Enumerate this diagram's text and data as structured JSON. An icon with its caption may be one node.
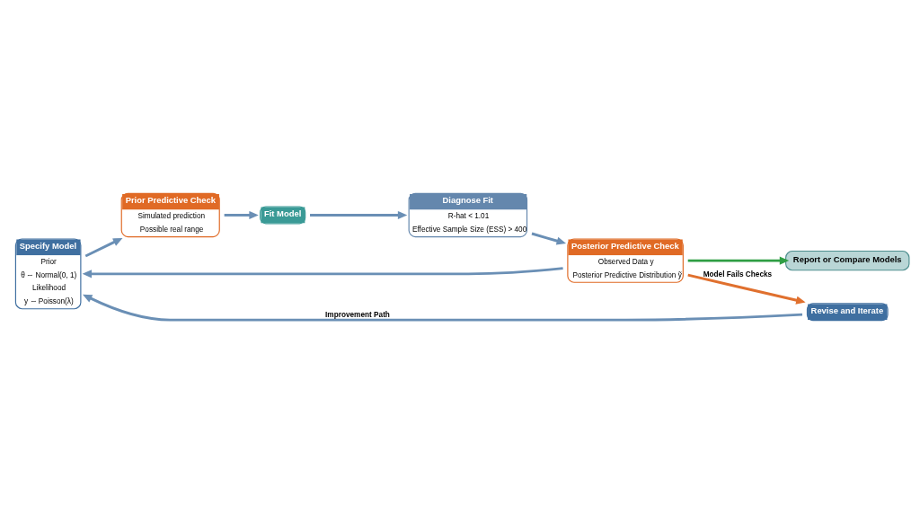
{
  "diagram": {
    "nodes": [
      {
        "text": [
          "Specify Model",
          "Prior",
          "θ ∼ Normal(0, 1)",
          "Likelihood",
          "y ∼ Poisson(λ)"
        ]
      },
      {
        "text": [
          "Prior Predictive Check",
          "Simulated prediction",
          "Possible real range"
        ]
      },
      {
        "text": [
          "Fit Model"
        ]
      },
      {
        "text": [
          "Diagnose Fit",
          "R-hat < 1.01",
          "Effective Sample Size (ESS) > 400"
        ]
      },
      {
        "text": [
          "Posterior Predictive Check",
          "Observed Data y",
          "Posterior Predictive Distribution ỹ"
        ]
      },
      {
        "text": [
          "Report or Compare Models"
        ]
      },
      {
        "text": [
          "Revise and Iterate"
        ]
      }
    ],
    "edges": [
      {
        "from": 0,
        "to": 1,
        "arrow": "to"
      },
      {
        "from": 1,
        "to": 2,
        "arrow": "to"
      },
      {
        "from": 2,
        "to": 3,
        "arrow": "to"
      },
      {
        "from": 3,
        "to": 4,
        "arrow": "to"
      },
      {
        "from": 4,
        "to": 0,
        "arrow": "to"
      },
      {
        "from": 4,
        "to": 6,
        "label": "Model Fails Checks",
        "arrow": "to",
        "color": "#e0702e"
      },
      {
        "from": 6,
        "to": 0,
        "label": "Improvement Path",
        "arrow": "to"
      },
      {
        "from": 4,
        "to": 5,
        "arrow": "to",
        "color": "#2f9e44"
      }
    ]
  }
}
